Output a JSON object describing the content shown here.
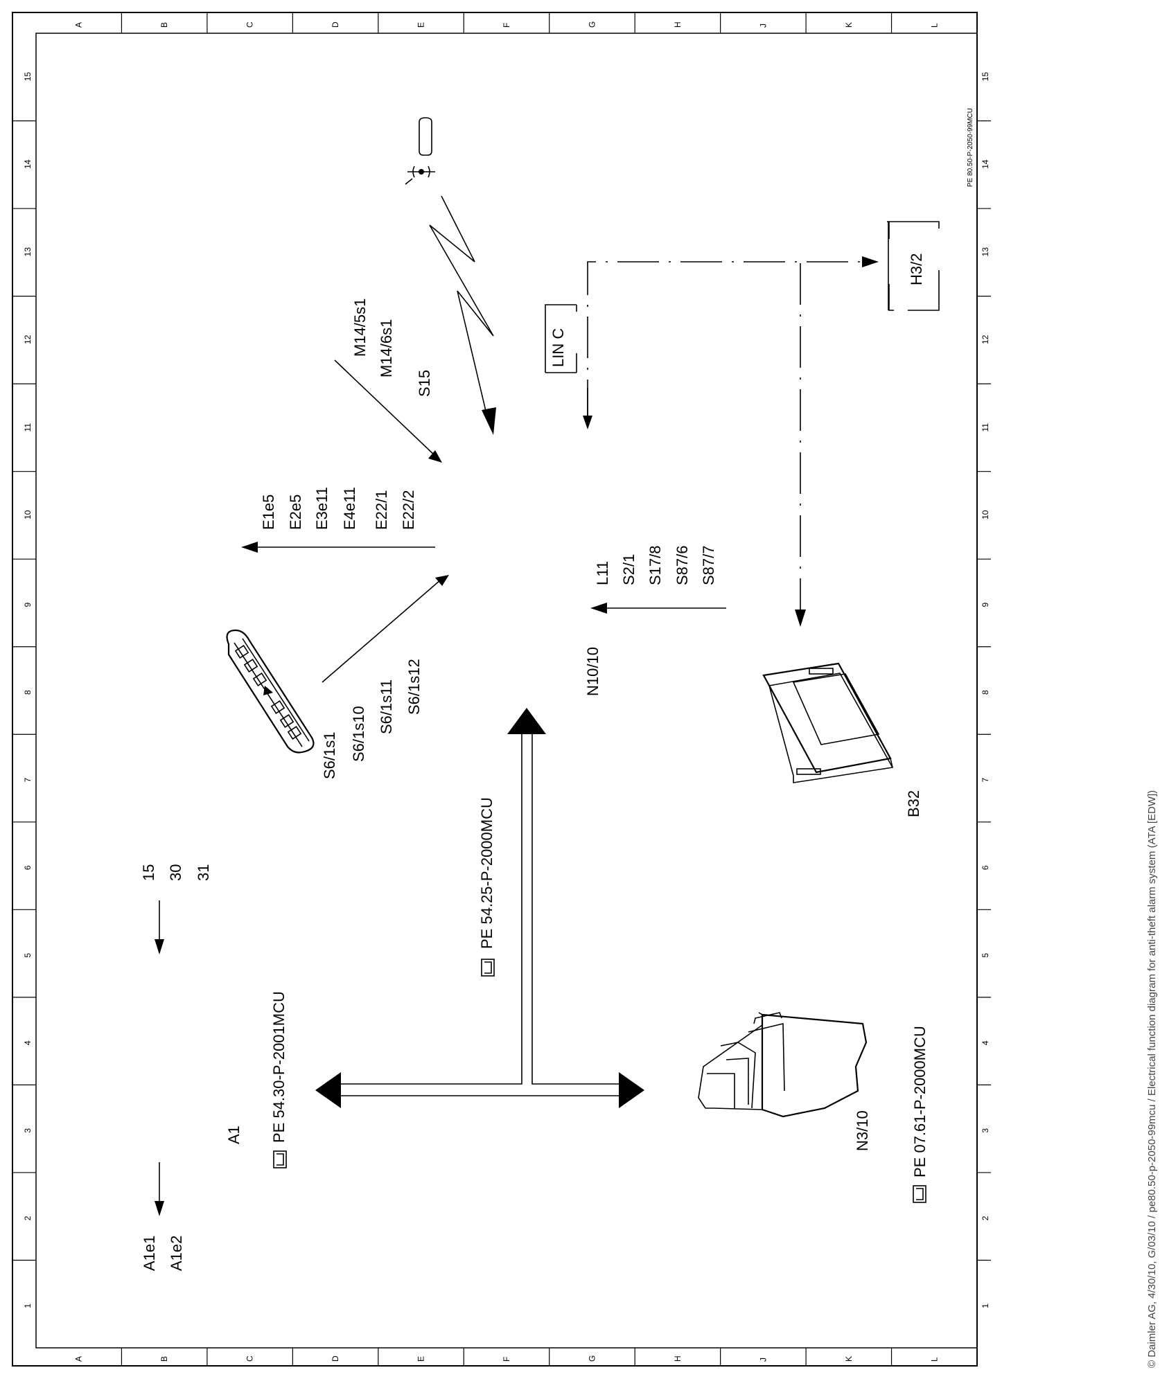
{
  "document": {
    "sheet_id": "PE 80.50-P-2050-99MCU",
    "copyright": "© Daimler AG, 4/30/10, G/03/10 / pe80.50-p-2050-99mcu / Electrical function diagram for anti-theft alarm system (ATA [EDW])"
  },
  "grid": {
    "columns": [
      "A",
      "B",
      "C",
      "D",
      "E",
      "F",
      "G",
      "H",
      "J",
      "K",
      "L"
    ],
    "rows": [
      "15",
      "14",
      "13",
      "12",
      "11",
      "10",
      "9",
      "8",
      "7",
      "6",
      "5",
      "4",
      "3",
      "2",
      "1"
    ]
  },
  "labels": {
    "m14_5s1": "M14/5s1",
    "m14_6s1": "M14/6s1",
    "s15": "S15",
    "lin_c": "LIN C",
    "h3_2": "H3/2",
    "e1e5": "E1e5",
    "e2e5": "E2e5",
    "e3e11": "E3e11",
    "e4e11": "E4e11",
    "e22_1": "E22/1",
    "e22_2": "E22/2",
    "l11": "L11",
    "s2_1": "S2/1",
    "s17_8": "S17/8",
    "s87_6": "S87/6",
    "s87_7": "S87/7",
    "n10_10": "N10/10",
    "s6_1s1": "S6/1s1",
    "s6_1s10": "S6/1s10",
    "s6_1s11": "S6/1s11",
    "s6_1s12": "S6/1s12",
    "b32": "B32",
    "t15": "15",
    "t30": "30",
    "t31": "31",
    "pe_54_25": "PE 54.25-P-2000MCU",
    "pe_54_30": "PE 54.30-P-2001MCU",
    "a1": "A1",
    "n3_10": "N3/10",
    "pe_07_61": "PE 07.61-P-2000MCU",
    "a1e1": "A1e1",
    "a1e2": "A1e2"
  }
}
